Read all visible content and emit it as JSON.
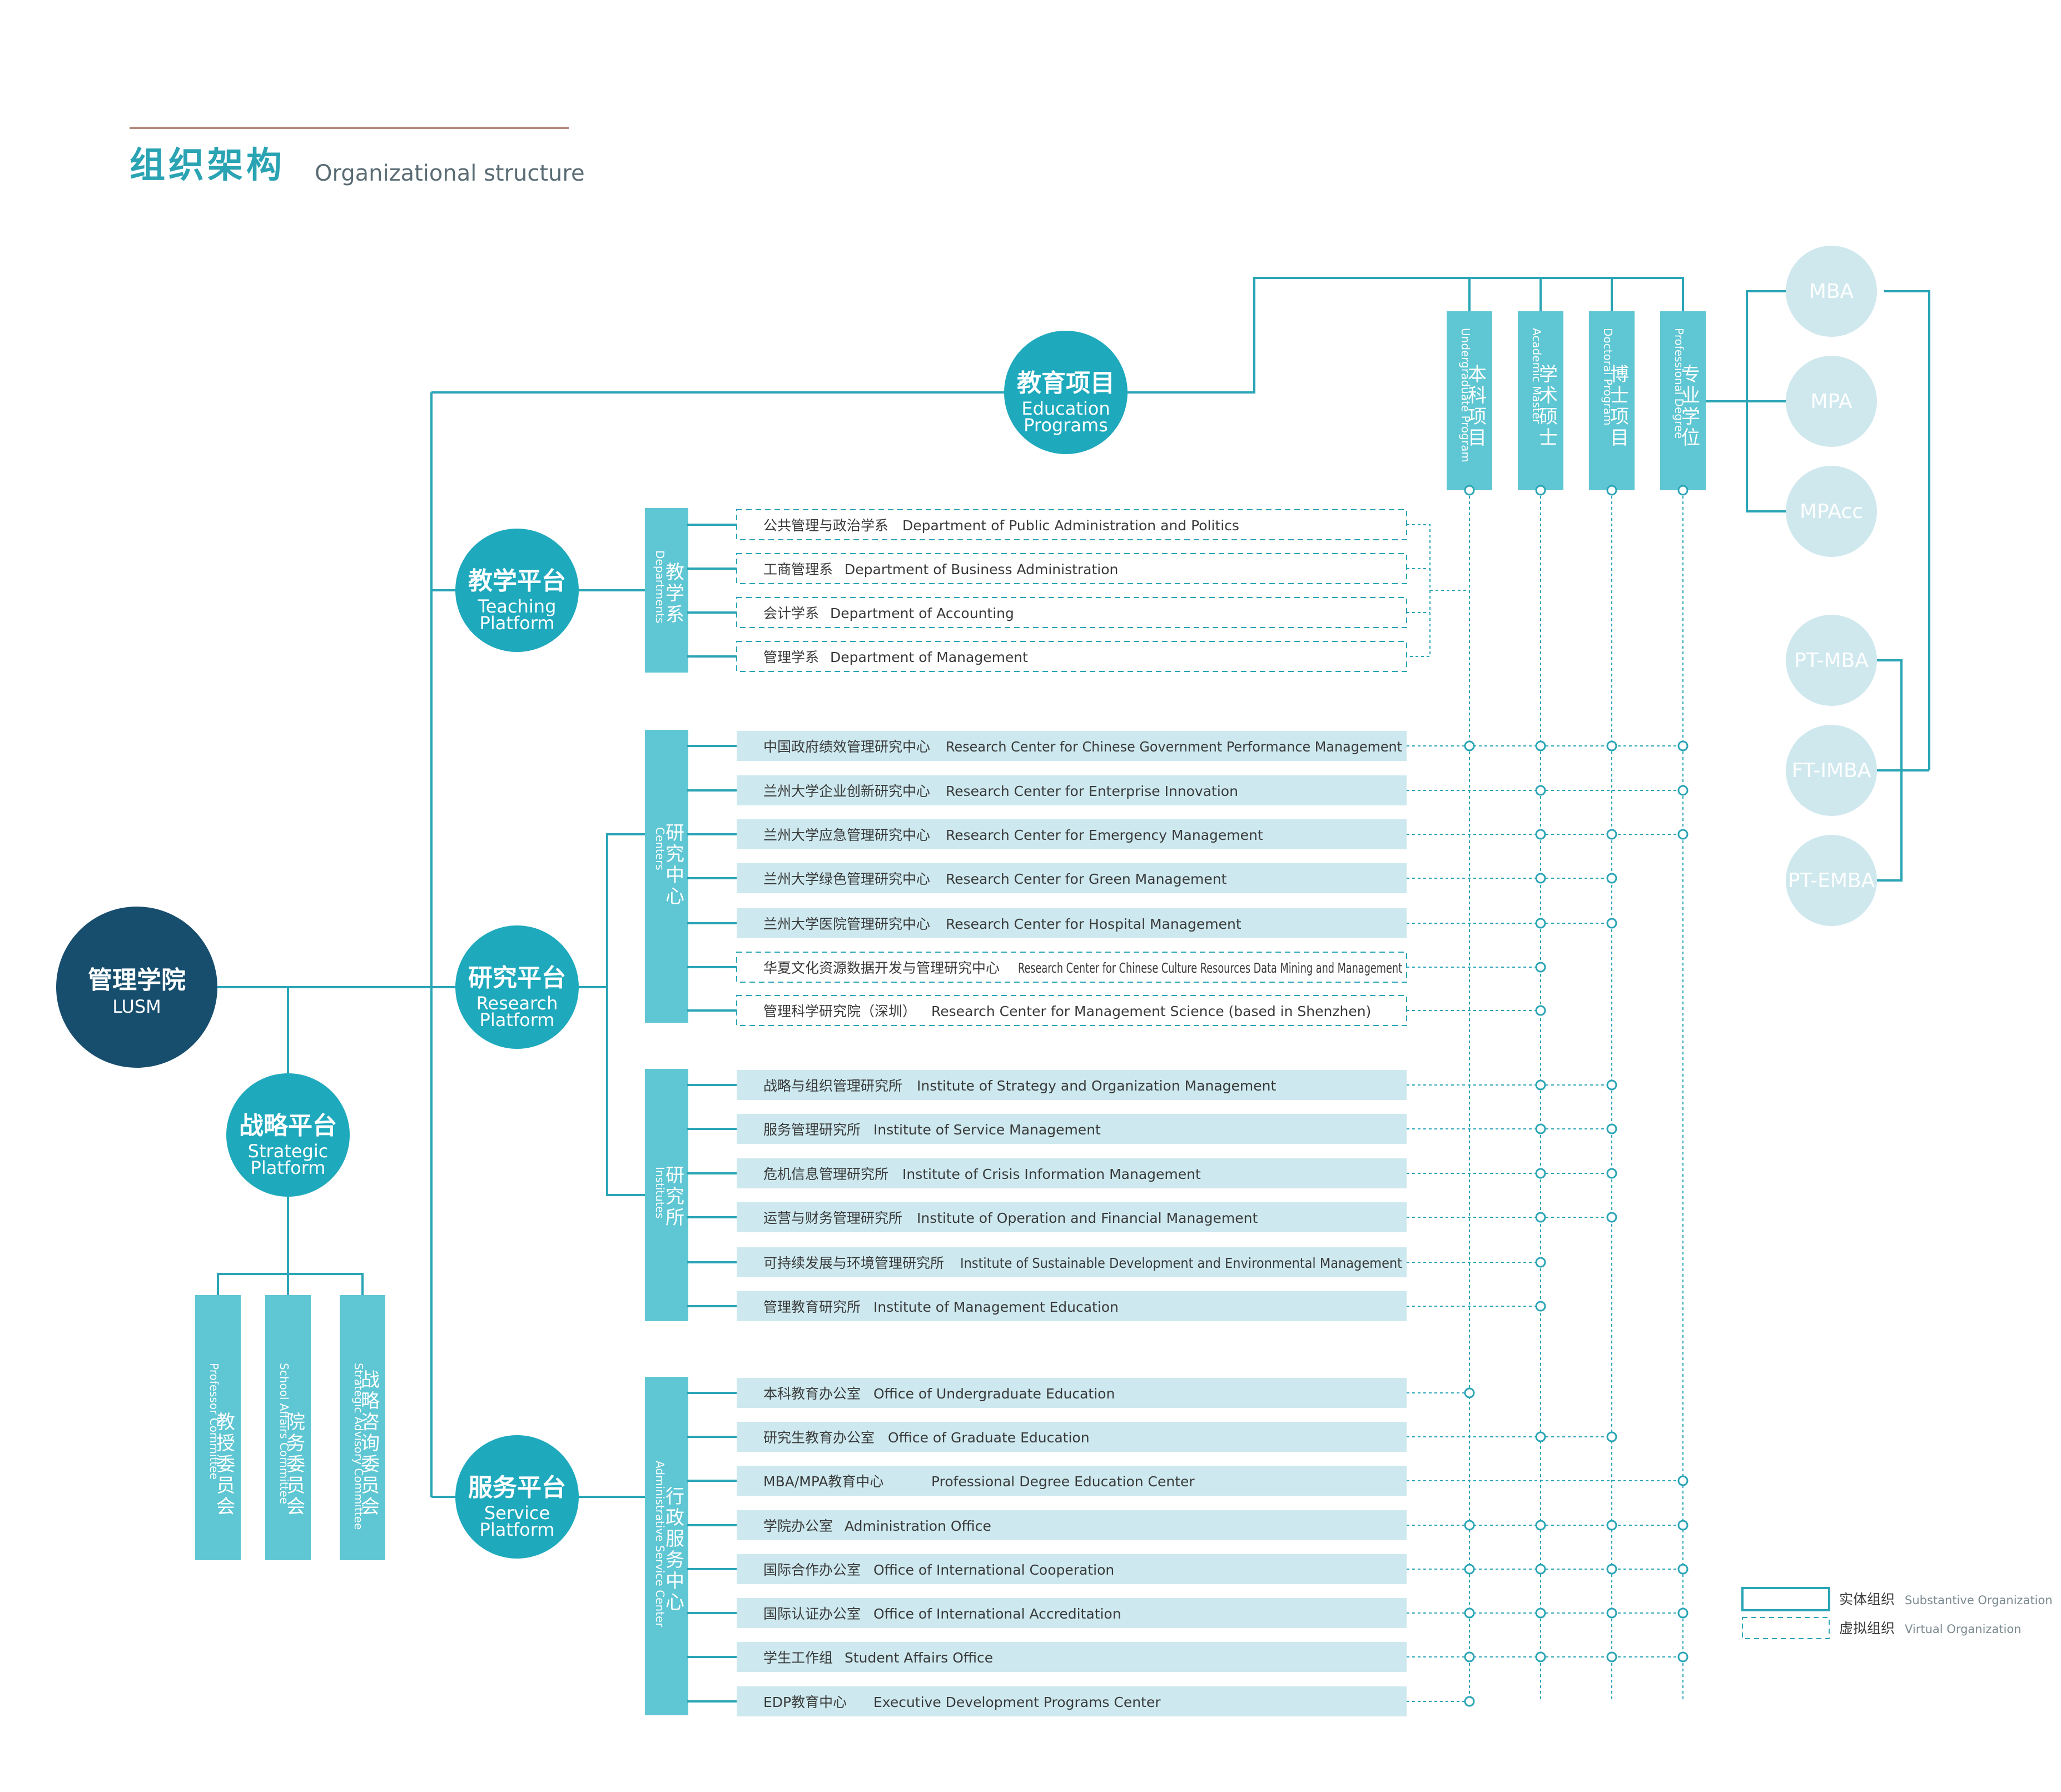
{
  "header": {
    "title_cn": "组织架构",
    "title_en": "Organizational structure"
  },
  "colors": {
    "navy": "#174e6e",
    "teal": "#1ea9bd",
    "bar": "#5fc6d3",
    "row": "#cde9ef",
    "line": "#2aa5b6",
    "pale": "#cfe8ee",
    "text": "#3a3a3a"
  },
  "root": {
    "cn": "管理学院",
    "en": "LUSM"
  },
  "strategic": {
    "cn": "战略平台",
    "en1": "Strategic",
    "en2": "Platform",
    "committees": [
      {
        "cn": "教授委员会",
        "en": "Professor Committee"
      },
      {
        "cn": "院务委员会",
        "en": "School Affairs Committee"
      },
      {
        "cn": "战略咨询委员会",
        "en": "Strategic Advisory Committee"
      }
    ]
  },
  "education": {
    "cn": "教育项目",
    "en1": "Education",
    "en2": "Programs",
    "programs": [
      {
        "cn": "本科项目",
        "en": "Undergraduate Program"
      },
      {
        "cn": "学术硕士",
        "en": "Academic Master"
      },
      {
        "cn": "博士项目",
        "en": "Doctoral Program"
      },
      {
        "cn": "专业学位",
        "en": "Professional Degree"
      }
    ],
    "degrees": [
      "MBA",
      "MPA",
      "MPAcc",
      "PT-MBA",
      "FT-IMBA",
      "PT-EMBA"
    ]
  },
  "teaching": {
    "cn": "教学平台",
    "en1": "Teaching",
    "en2": "Platform",
    "group": {
      "cn": "教学系",
      "en": "Departments"
    },
    "items": [
      {
        "cn": "公共管理与政治学系",
        "en": "Department of Public Administration and Politics"
      },
      {
        "cn": "工商管理系",
        "en": "Department of Business Administration"
      },
      {
        "cn": "会计学系",
        "en": "Department of Accounting"
      },
      {
        "cn": "管理学系",
        "en": "Department of Management"
      }
    ]
  },
  "research": {
    "cn": "研究平台",
    "en1": "Research",
    "en2": "Platform",
    "centers": {
      "cn": "研究中心",
      "en": "Centers",
      "items": [
        {
          "cn": "中国政府绩效管理研究中心",
          "en": "Research Center for Chinese Government Performance Management"
        },
        {
          "cn": "兰州大学企业创新研究中心",
          "en": "Research Center for Enterprise Innovation"
        },
        {
          "cn": "兰州大学应急管理研究中心",
          "en": "Research Center for Emergency Management"
        },
        {
          "cn": "兰州大学绿色管理研究中心",
          "en": "Research Center for Green Management"
        },
        {
          "cn": "兰州大学医院管理研究中心",
          "en": "Research Center for Hospital Management"
        },
        {
          "cn": "华夏文化资源数据开发与管理研究中心",
          "en": "Research Center for Chinese Culture Resources Data Mining and Management"
        },
        {
          "cn": "管理科学研究院（深圳）",
          "en": "Research Center for Management Science (based in Shenzhen)"
        }
      ]
    },
    "institutes": {
      "cn": "研究所",
      "en": "Institutes",
      "items": [
        {
          "cn": "战略与组织管理研究所",
          "en": "Institute of Strategy and Organization Management"
        },
        {
          "cn": "服务管理研究所",
          "en": "Institute of Service Management"
        },
        {
          "cn": "危机信息管理研究所",
          "en": "Institute of Crisis Information Management"
        },
        {
          "cn": "运营与财务管理研究所",
          "en": "Institute of Operation and Financial Management"
        },
        {
          "cn": "可持续发展与环境管理研究所",
          "en": "Institute of Sustainable Development and Environmental Management"
        },
        {
          "cn": "管理教育研究所",
          "en": "Institute of Management Education"
        }
      ]
    }
  },
  "service": {
    "cn": "服务平台",
    "en1": "Service",
    "en2": "Platform",
    "group": {
      "cn": "行政服务中心",
      "en": "Administrative Service Center"
    },
    "items": [
      {
        "cn": "本科教育办公室",
        "en": "Office of Undergraduate Education"
      },
      {
        "cn": "研究生教育办公室",
        "en": "Office of Graduate Education"
      },
      {
        "cn": "MBA/MPA教育中心",
        "en": "Professional Degree Education Center"
      },
      {
        "cn": "学院办公室",
        "en": "Administration Office"
      },
      {
        "cn": "国际合作办公室",
        "en": "Office of International Cooperation"
      },
      {
        "cn": "国际认证办公室",
        "en": "Office of International Accreditation"
      },
      {
        "cn": "学生工作组",
        "en": "Student Affairs Office"
      },
      {
        "cn": "EDP教育中心",
        "en": "Executive Development Programs Center"
      }
    ]
  },
  "legend": [
    {
      "cn": "实体组织",
      "en": "Substantive Organization"
    },
    {
      "cn": "虚拟组织",
      "en": "Virtual Organization"
    }
  ]
}
